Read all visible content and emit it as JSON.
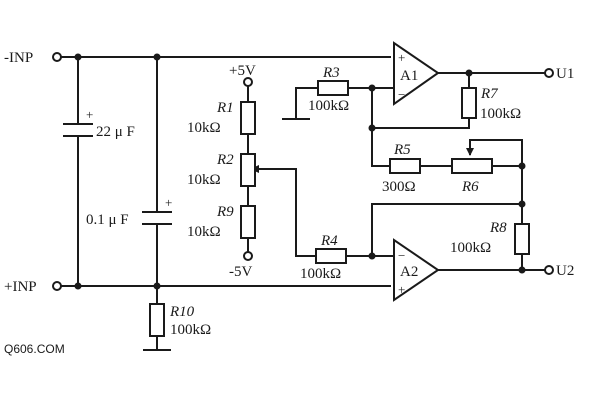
{
  "terminals": {
    "inp_neg": "-INP",
    "inp_pos": "+INP",
    "u1": "U1",
    "u2": "U2",
    "supply_pos": "+5V",
    "supply_neg": "-5V"
  },
  "capacitors": {
    "c1": "22 μ F",
    "c2": "0.1 μ F",
    "c1_polarity": "+",
    "c2_polarity": "+"
  },
  "resistors": {
    "r1": {
      "name": "R1",
      "value": "10kΩ"
    },
    "r2": {
      "name": "R2",
      "value": "10kΩ"
    },
    "r9": {
      "name": "R9",
      "value": "10kΩ"
    },
    "r3": {
      "name": "R3",
      "value": "100kΩ"
    },
    "r4": {
      "name": "R4",
      "value": "100kΩ"
    },
    "r5": {
      "name": "R5",
      "value": "300Ω"
    },
    "r6": {
      "name": "R6"
    },
    "r7": {
      "name": "R7",
      "value": "100kΩ"
    },
    "r8": {
      "name": "R8",
      "value": "100kΩ"
    },
    "r10": {
      "name": "R10",
      "value": "100kΩ"
    }
  },
  "opamps": {
    "a1": {
      "name": "A1",
      "minus": "−",
      "plus": "+"
    },
    "a2": {
      "name": "A2",
      "minus": "−",
      "plus": "+"
    }
  },
  "watermark": "Q606.COM"
}
